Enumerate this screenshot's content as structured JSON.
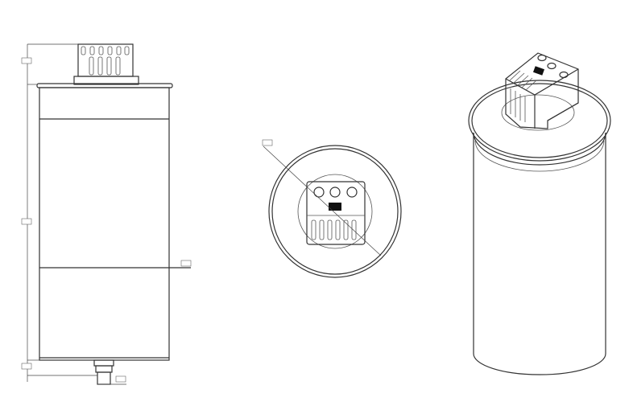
{
  "drawing": {
    "views": [
      "front-elevation",
      "top-view",
      "isometric-view"
    ],
    "colors": {
      "line": "#333333",
      "background": "#ffffff",
      "marking": "#111111"
    }
  }
}
